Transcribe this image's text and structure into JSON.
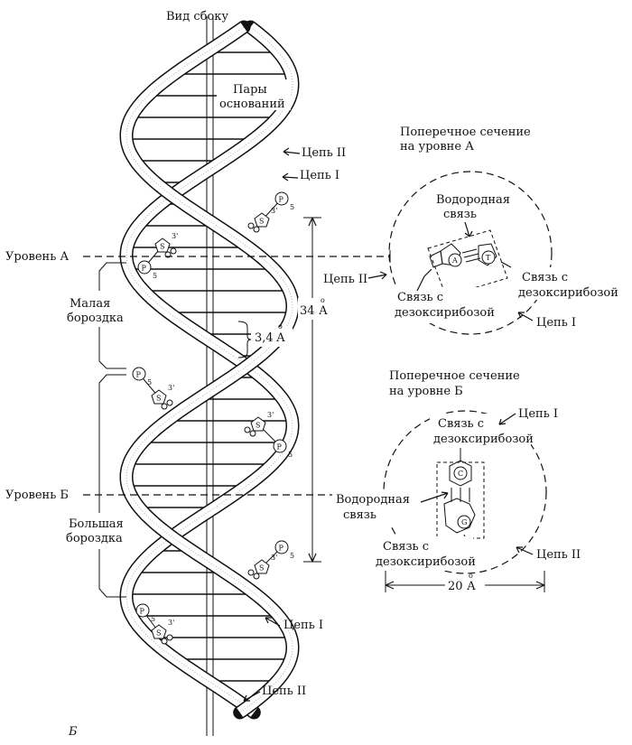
{
  "labels": {
    "side_view": "Вид сбоку",
    "base_pairs_l1": "Пары",
    "base_pairs_l2": "оснований",
    "chain2_top": "Цепь II",
    "chain1_top": "Цепь I",
    "level_a": "Уровень А",
    "level_b": "Уровень Б",
    "minor_l1": "Малая",
    "minor_l2": "бороздка",
    "major_l1": "Большая",
    "major_l2": "бороздка",
    "dim_34": "34 Å",
    "dim_34_num": "34",
    "dim_34_unit": "А",
    "dim_34_ring": "о",
    "dim_3_4": "3,4 Å",
    "dim_3_4_num": "3,4",
    "dim_3_4_unit": "А",
    "dim_3_4_ring": "о",
    "chain1_bottom": "Цепь I",
    "chain2_bottom": "Цепь II",
    "panel_letter": "Б",
    "atom_p": "P",
    "atom_s": "S",
    "prime_3": "3'",
    "prime_5": "5"
  },
  "cross_section_a": {
    "title_l1": "Поперечное сечение",
    "title_l2": "на уровне А",
    "hbond_l1": "Водородная",
    "hbond_l2": "связь",
    "chain2": "Цепь II",
    "link_left_l1": "Связь с",
    "link_left_l2": "дезоксирибозой",
    "link_right_l1": "Связь с",
    "link_right_l2": "дезоксирибозой",
    "chain1": "Цепь I",
    "base_left": "A",
    "base_right": "T"
  },
  "cross_section_b": {
    "title_l1": "Поперечное сечение",
    "title_l2": "на уровне Б",
    "link_top_l1": "Связь с",
    "link_top_l2": "дезоксирибозой",
    "chain1": "Цепь I",
    "hbond_l1": "Водородная",
    "hbond_l2": "связь",
    "link_bottom_l1": "Связь с",
    "link_bottom_l2": "дезоксирибозой",
    "chain2": "Цепь II",
    "base_top": "C",
    "base_bottom": "G",
    "diameter": "20 Å",
    "diameter_num": "20",
    "diameter_unit": "А",
    "diameter_ring": "о"
  }
}
